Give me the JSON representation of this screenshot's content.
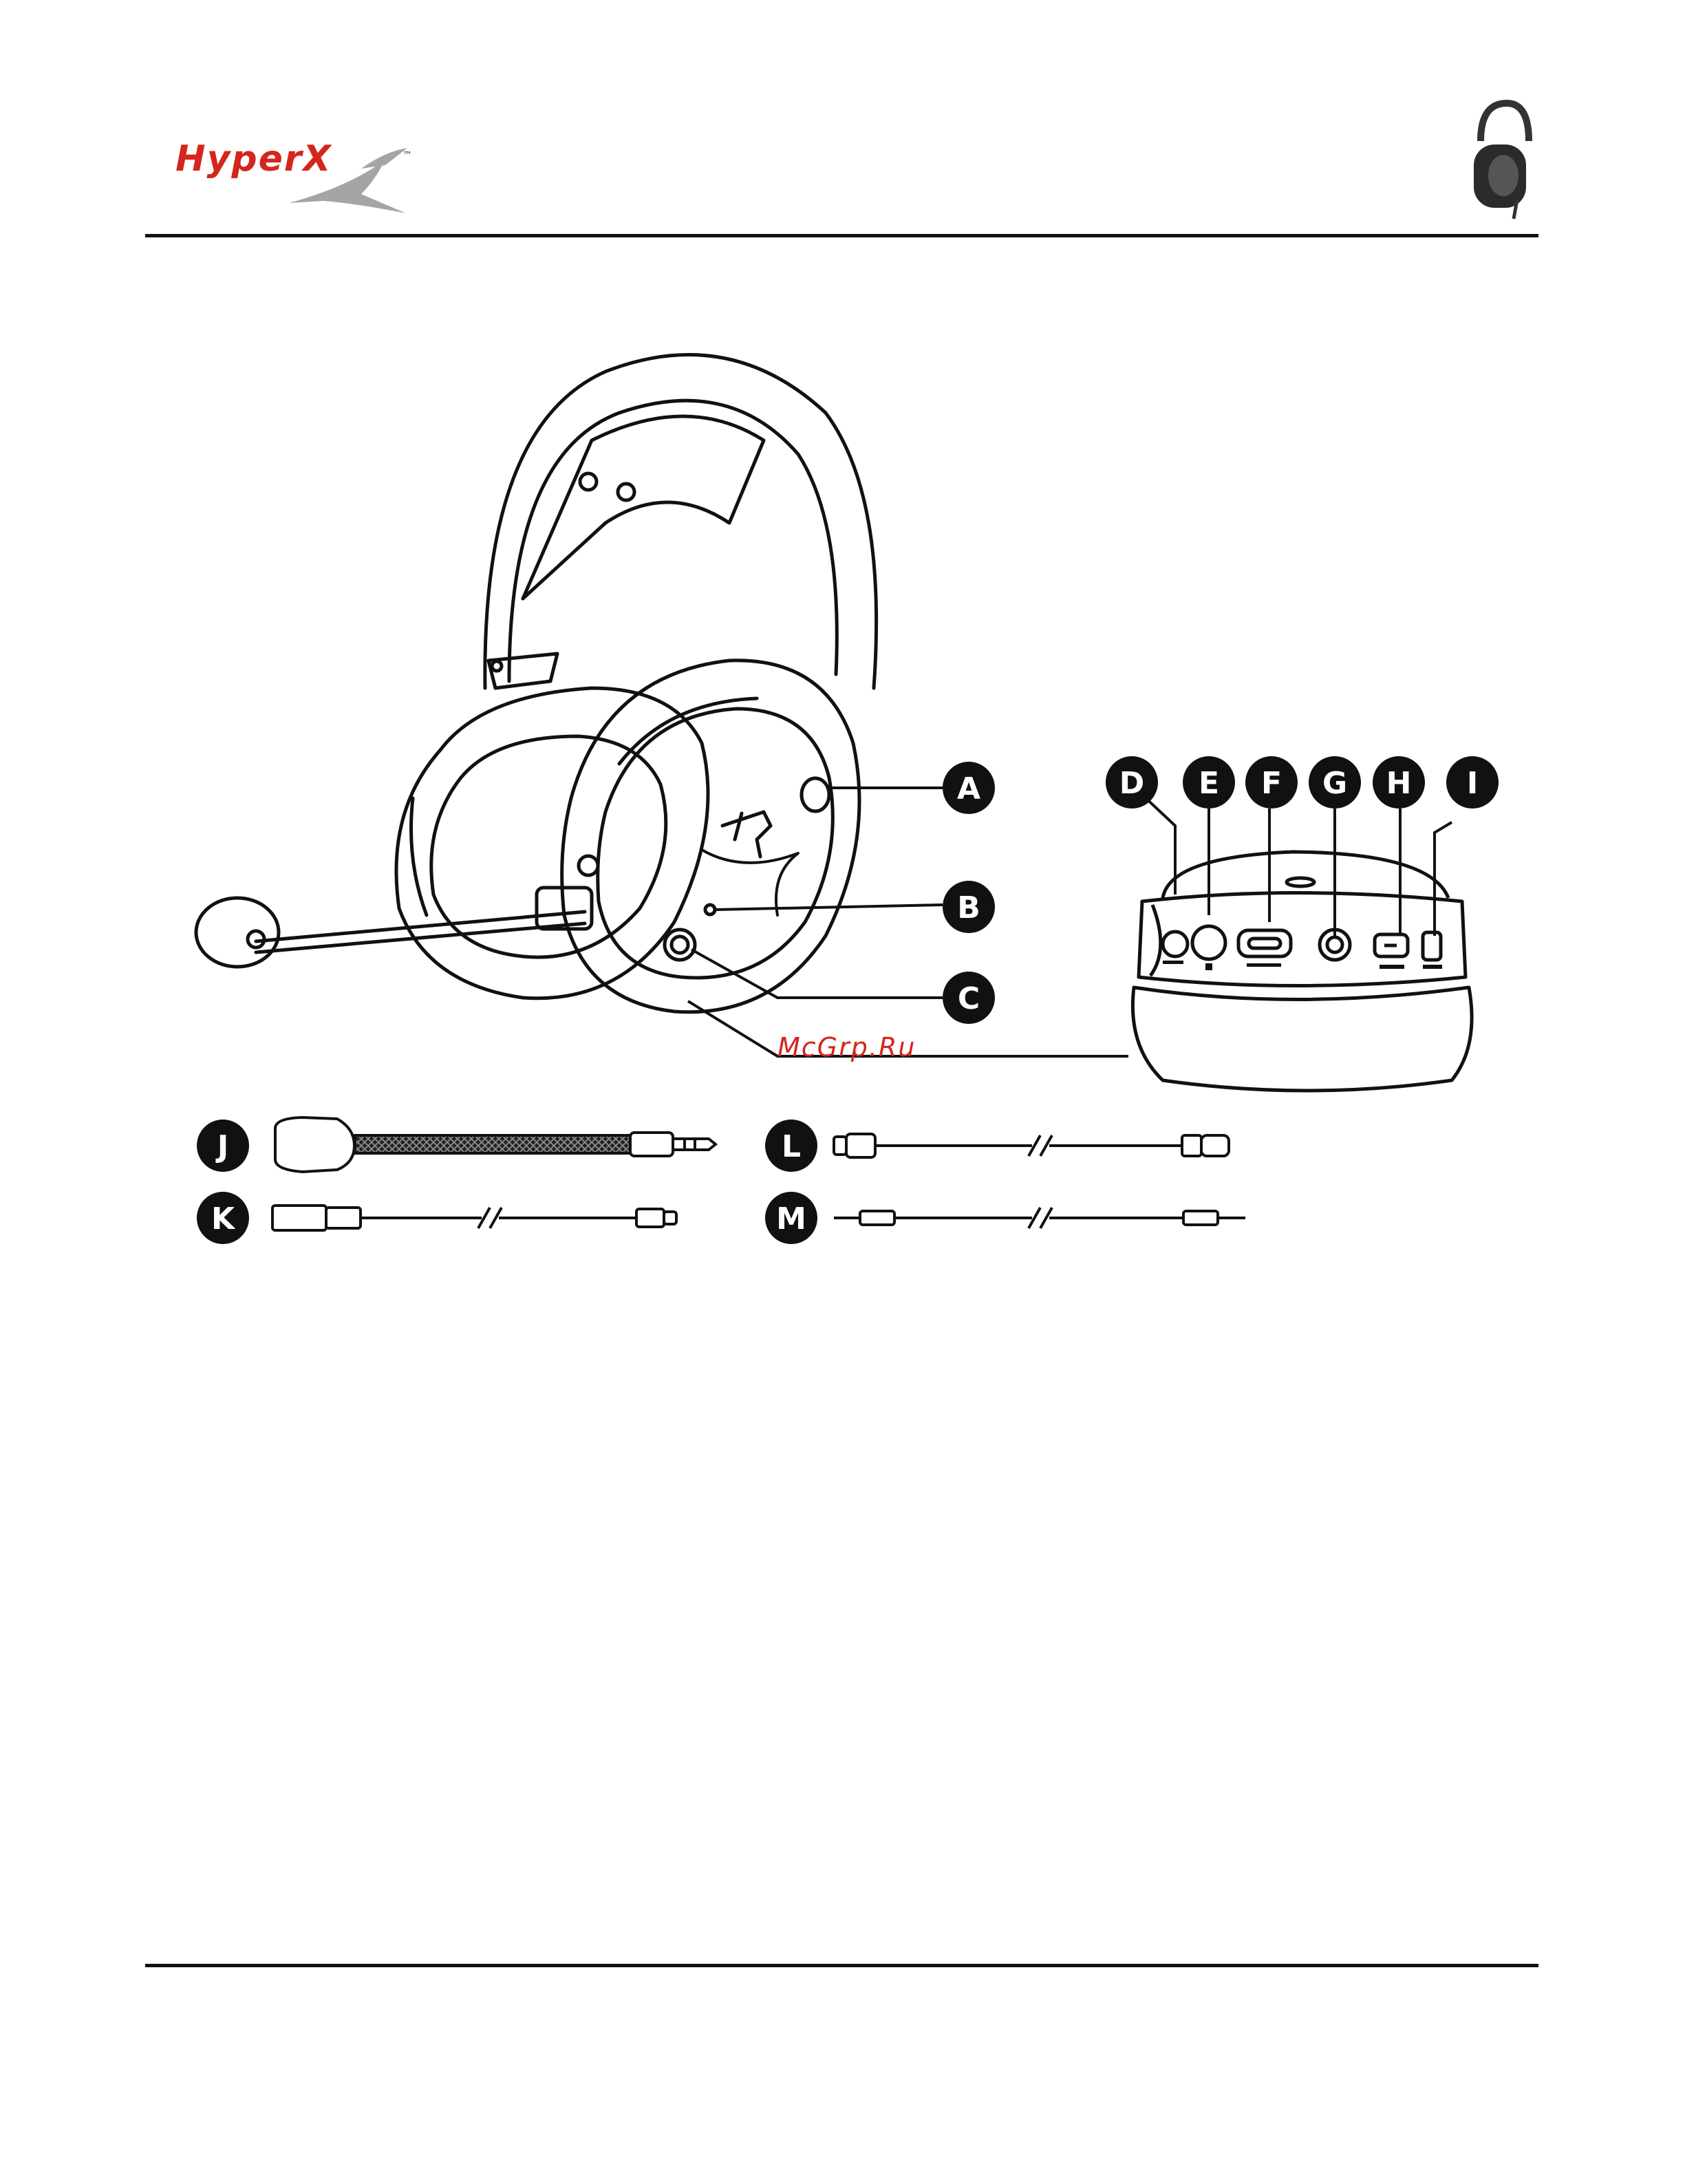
{
  "brand": {
    "name": "HyperX",
    "trademark": "™",
    "red": "#d4261d",
    "gray": "#9a9a9a"
  },
  "thumbnail_icon": "headset-thumbnail-icon",
  "watermark": "McGrp.Ru",
  "callouts": [
    "A",
    "B",
    "C",
    "D",
    "E",
    "F",
    "G",
    "H",
    "I"
  ],
  "accessories": [
    "J",
    "K",
    "L",
    "M"
  ],
  "colors": {
    "ink": "#111111",
    "rule": "#111111"
  }
}
